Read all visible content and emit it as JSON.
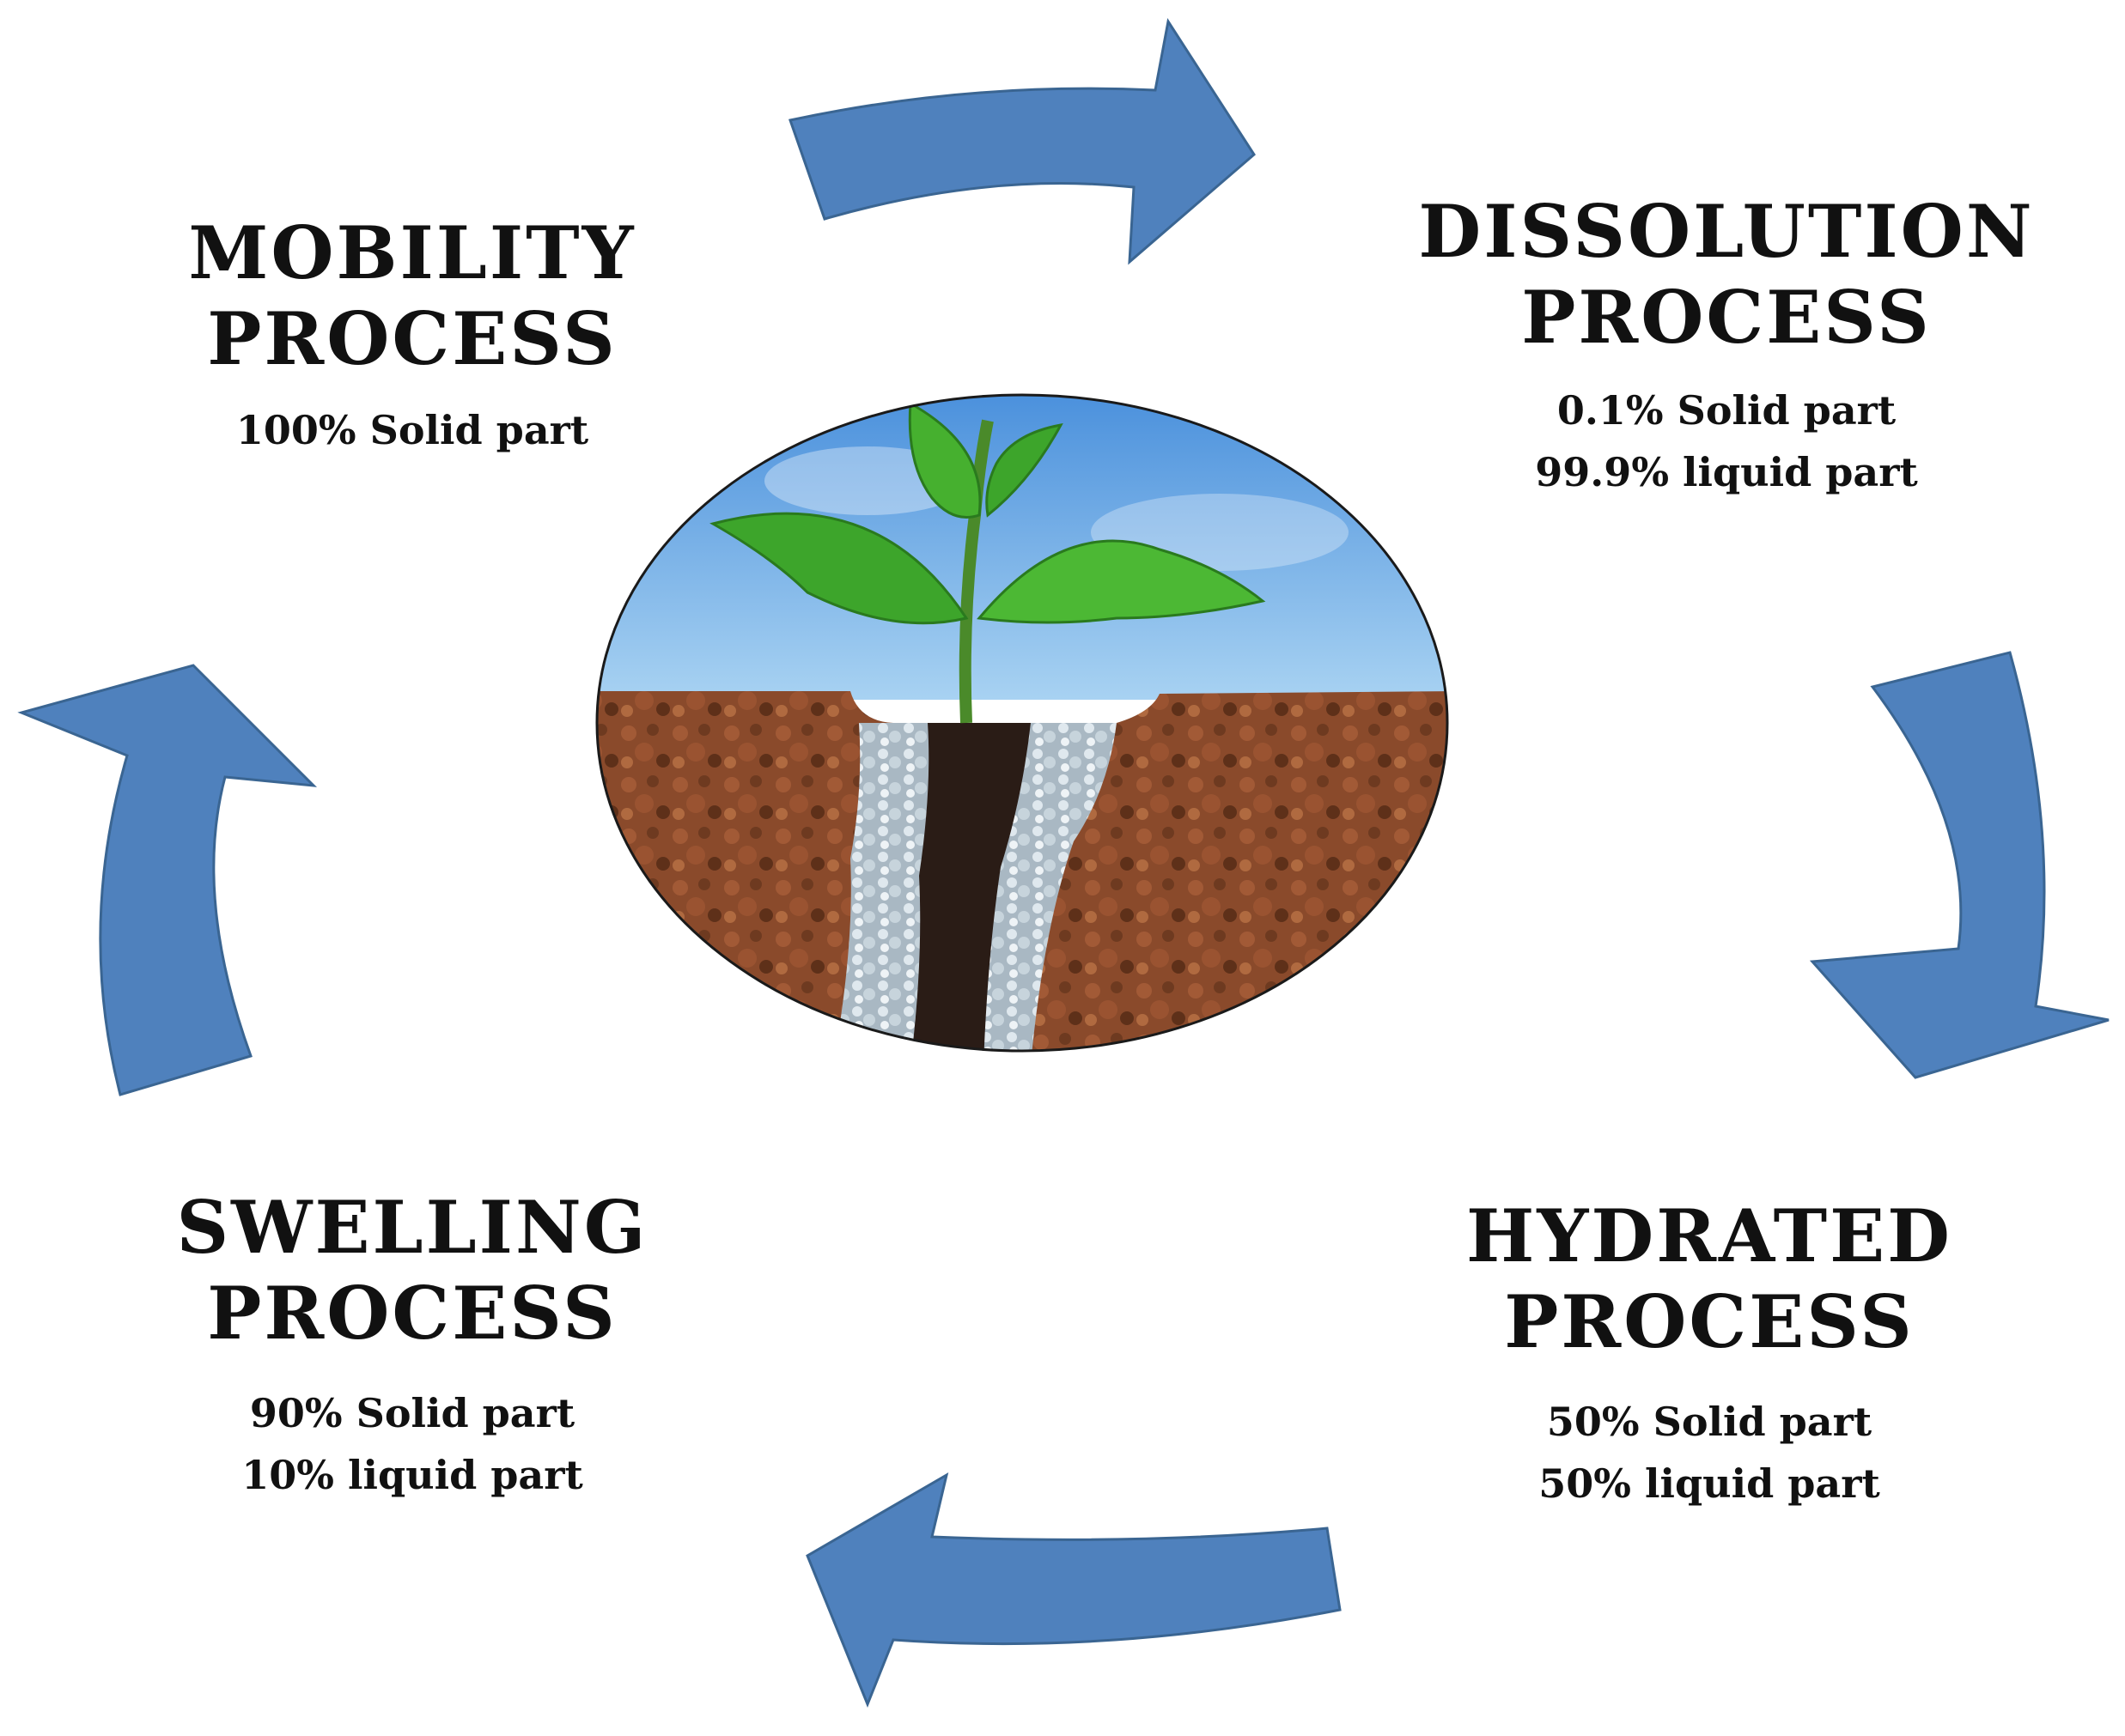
{
  "colors": {
    "arrow_fill": "#4f81bd",
    "arrow_stroke": "#3a6592",
    "sky": "#5a9ee0",
    "soil": "#8b4a2a",
    "water_channel": "#b8c6d0",
    "root_core": "#2a1c16",
    "leaf": "#3da52b",
    "text": "#111111"
  },
  "center_image": {
    "icon": "plant-in-soil-icon"
  },
  "stages": {
    "mobility": {
      "title_line1": "MOBILITY",
      "title_line2": "PROCESS",
      "detail1": "100% Solid part"
    },
    "dissolution": {
      "title_line1": "DISSOLUTION",
      "title_line2": "PROCESS",
      "detail1": "0.1% Solid part",
      "detail2": "99.9% liquid part"
    },
    "hydrated": {
      "title_line1": "HYDRATED",
      "title_line2": "PROCESS",
      "detail1": "50% Solid part",
      "detail2": "50% liquid part"
    },
    "swelling": {
      "title_line1": "SWELLING",
      "title_line2": "PROCESS",
      "detail1": "90% Solid part",
      "detail2": "10% liquid part"
    }
  },
  "cycle_order": [
    "mobility",
    "dissolution",
    "hydrated",
    "swelling"
  ]
}
